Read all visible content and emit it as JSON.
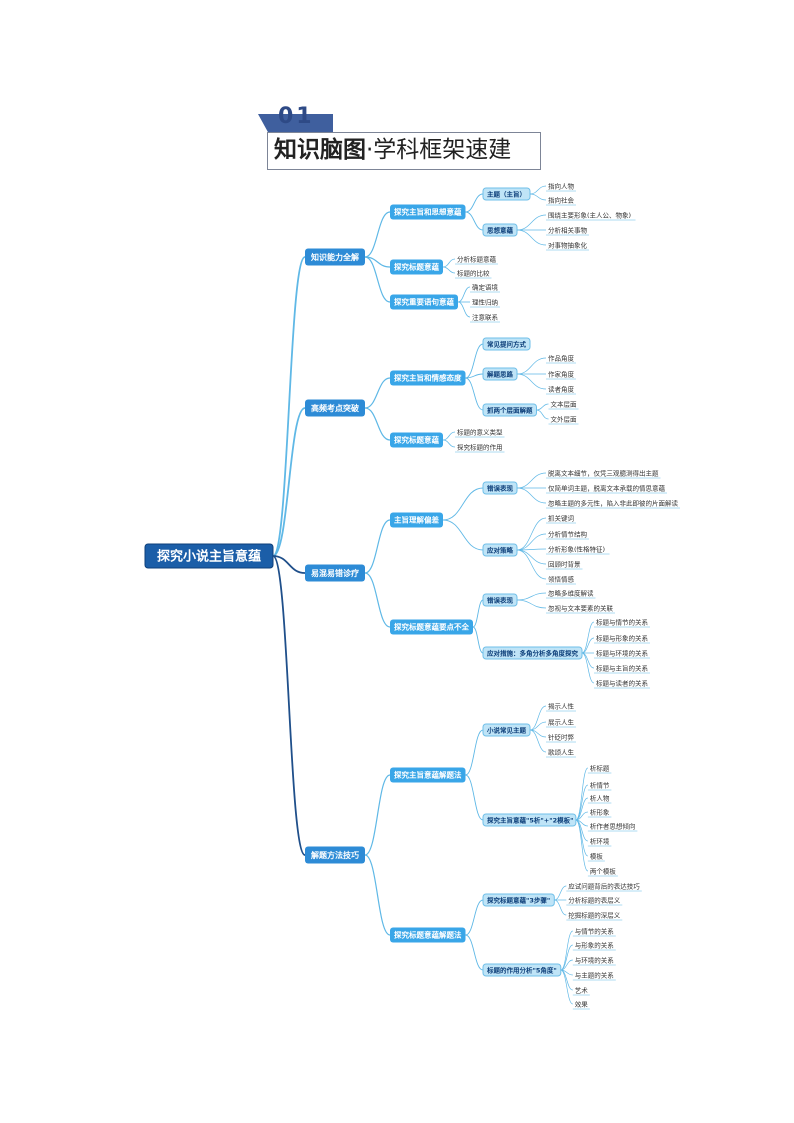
{
  "header": {
    "number": "01",
    "title_bold": "知识脑图",
    "title_rest": "·学科框架速建"
  },
  "colors": {
    "root_fill": "#1b5ea8",
    "level1_fill": "#2d8bd6",
    "level2_fill": "#39a6e8",
    "level3_fill": "#bfe4f7",
    "branch_light": "#5fb8e6",
    "branch_dark": "#1f4f8a",
    "leaf_text": "#333333"
  },
  "mindmap": {
    "root": "探究小说主旨意蕴",
    "branches": [
      {
        "label": "知识能力全解",
        "children": [
          {
            "label": "探究主旨和思想意蕴",
            "children": [
              {
                "label": "主题（主旨）",
                "children": [
                  "指向人物",
                  "指向社会"
                ]
              },
              {
                "label": "思想意蕴",
                "children": [
                  "围绕主要形象(主人公、物象)",
                  "分析相关事物",
                  "对事物抽象化"
                ]
              }
            ]
          },
          {
            "label": "探究标题意蕴",
            "children": [
              "分析标题意蕴",
              "标题的比较"
            ]
          },
          {
            "label": "探究重要语句意蕴",
            "children": [
              "确定语境",
              "理性归纳",
              "注意联系"
            ]
          }
        ]
      },
      {
        "label": "高频考点突破",
        "children": [
          {
            "label": "探究主旨和情感态度",
            "children": [
              {
                "label": "常见提问方式",
                "children": []
              },
              {
                "label": "解题思路",
                "children": [
                  "作品角度",
                  "作家角度",
                  "读者角度"
                ]
              },
              {
                "label": "抓两个层面解题",
                "children": [
                  "文本层面",
                  "文外层面"
                ]
              }
            ]
          },
          {
            "label": "探究标题意蕴",
            "children": [
              "标题的意义类型",
              "探究标题的作用"
            ]
          }
        ]
      },
      {
        "label": "易混易错诊疗",
        "children": [
          {
            "label": "主旨理解偏差",
            "children": [
              {
                "label": "错误表现",
                "children": [
                  "脱离文本细节，仅凭三观臆测得出主题",
                  "仅简单词主题，脱离文本承载的情思意蕴",
                  "忽略主题的多元性，陷入非此即彼的片面解读"
                ]
              },
              {
                "label": "应对策略",
                "children": [
                  "抓关键词",
                  "分析情节结构",
                  "分析形象(性格特征)",
                  "回顾时背景",
                  "领悟情感"
                ]
              }
            ]
          },
          {
            "label": "探究标题意蕴要点不全",
            "children": [
              {
                "label": "错误表现",
                "children": [
                  "忽略多维度解读",
                  "忽视与文本要素的关联"
                ]
              },
              {
                "label": "应对措施：多角分析多角度探究",
                "children": [
                  "标题与情节的关系",
                  "标题与形象的关系",
                  "标题与环境的关系",
                  "标题与主旨的关系",
                  "标题与读者的关系"
                ]
              }
            ]
          }
        ]
      },
      {
        "label": "解题方法技巧",
        "children": [
          {
            "label": "探究主旨意蕴解题法",
            "children": [
              {
                "label": "小说常见主题",
                "children": [
                  "揭示人性",
                  "展示人生",
                  "针砭时弊",
                  "歌颂人生"
                ]
              },
              {
                "label": "探究主旨意蕴\"5析\"+\"2模板\"",
                "children": [
                  "析标题",
                  "析情节",
                  "析人物",
                  "析形象",
                  "析作者思想倾向",
                  "析环境",
                  "模板",
                  "两个模板"
                ]
              }
            ]
          },
          {
            "label": "探究标题意蕴解题法",
            "children": [
              {
                "label": "探究标题意蕴\"3步骤\"",
                "children": [
                  "应试问题背后的表达技巧",
                  "分析标题的表层义",
                  "挖掘标题的深层义"
                ]
              },
              {
                "label": "标题的作用分析\"5角度\"",
                "children": [
                  "与情节的关系",
                  "与形象的关系",
                  "与环境的关系",
                  "与主题的关系",
                  "艺术",
                  "效果"
                ]
              }
            ]
          }
        ]
      }
    ]
  }
}
